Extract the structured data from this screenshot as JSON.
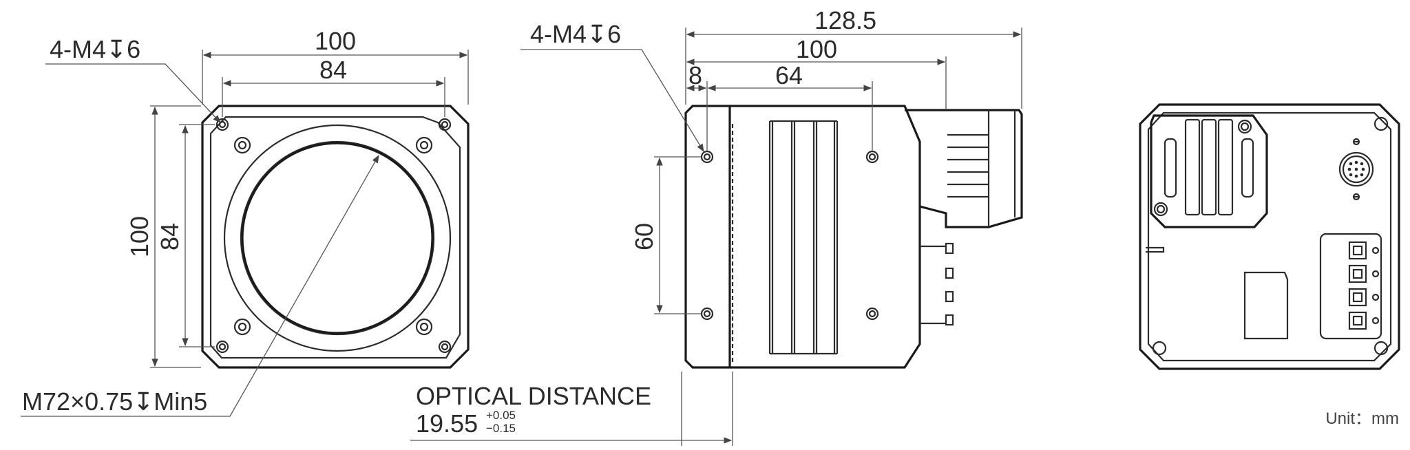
{
  "front_view": {
    "hole_callout": "4-M4↧6",
    "width_outer": "100",
    "width_inner": "84",
    "height_outer": "100",
    "height_inner": "84",
    "thread_callout": "M72×0.75↧Min5"
  },
  "side_view": {
    "hole_callout": "4-M4↧6",
    "length_total": "128.5",
    "length_body": "100",
    "offset_flange": "8",
    "hole_spacing_horizontal": "64",
    "hole_spacing_vertical": "60",
    "optical_label": "OPTICAL DISTANCE",
    "optical_value": "19.55",
    "optical_tol_plus": "+0.05",
    "optical_tol_minus": "−0.15"
  },
  "back_view": {},
  "unit_label": "Unit：mm",
  "colors": {
    "line": "#2b2b2b",
    "dimension": "#555555",
    "background": "#ffffff"
  },
  "icons": [
    "depth-symbol",
    "arrowhead",
    "connector-pin",
    "led-indicator"
  ]
}
